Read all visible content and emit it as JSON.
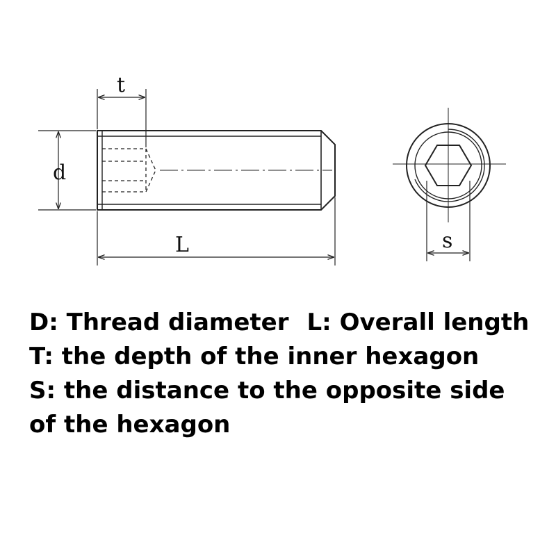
{
  "diagram": {
    "labels": {
      "t": "t",
      "d": "d",
      "L": "L",
      "s": "s"
    }
  },
  "legend": {
    "line1_a": "D: Thread diameter",
    "line1_b": "L: Overall length",
    "line2": "T: the depth of the inner hexagon",
    "line3": "S: the distance to the opposite side",
    "line4": "of the hexagon"
  }
}
